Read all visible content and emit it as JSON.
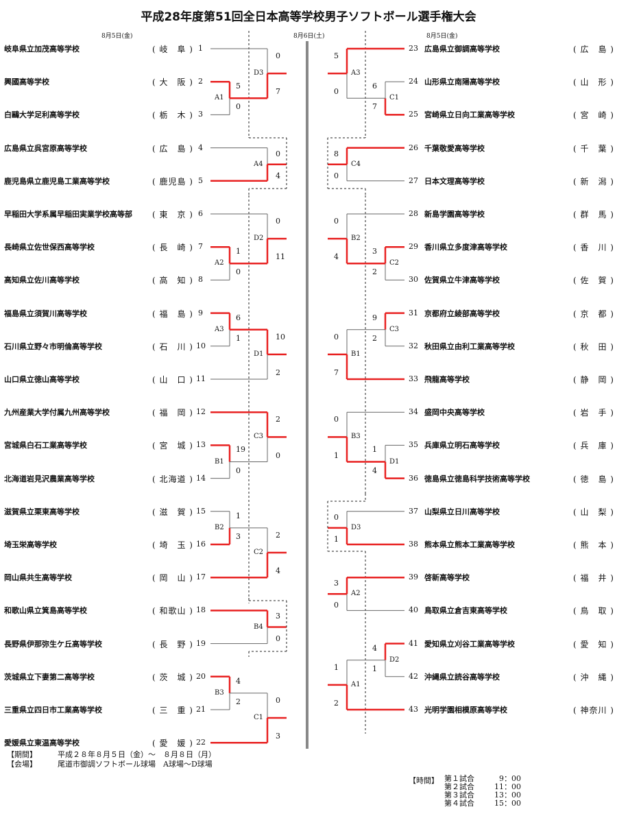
{
  "title": "平成28年度第51回全日本高等学校男子ソフトボール選手権大会",
  "dates": {
    "left": "8月5日(金)",
    "center": "8月6日(土)",
    "right": "8月5日(金)"
  },
  "left_teams": [
    {
      "no": "1",
      "school": "岐阜県立加茂高等学校",
      "pref": "岐　阜"
    },
    {
      "no": "2",
      "school": "興國高等学校",
      "pref": "大　阪"
    },
    {
      "no": "3",
      "school": "白鷗大学足利高等学校",
      "pref": "栃　木"
    },
    {
      "no": "4",
      "school": "広島県立呉宮原高等学校",
      "pref": "広　島"
    },
    {
      "no": "5",
      "school": "鹿児島県立鹿児島工業高等学校",
      "pref": "鹿児島"
    },
    {
      "no": "6",
      "school": "早稲田大学系属早稲田実業学校高等部",
      "pref": "東　京"
    },
    {
      "no": "7",
      "school": "長崎県立佐世保西高等学校",
      "pref": "長　崎"
    },
    {
      "no": "8",
      "school": "高知県立佐川高等学校",
      "pref": "高　知"
    },
    {
      "no": "9",
      "school": "福島県立須賀川高等学校",
      "pref": "福　島"
    },
    {
      "no": "10",
      "school": "石川県立野々市明倫高等学校",
      "pref": "石　川"
    },
    {
      "no": "11",
      "school": "山口県立徳山高等学校",
      "pref": "山　口"
    },
    {
      "no": "12",
      "school": "九州産業大学付属九州高等学校",
      "pref": "福　岡"
    },
    {
      "no": "13",
      "school": "宮城県白石工業高等学校",
      "pref": "宮　城"
    },
    {
      "no": "14",
      "school": "北海道岩見沢農業高等学校",
      "pref": "北海道"
    },
    {
      "no": "15",
      "school": "滋賀県立栗東高等学校",
      "pref": "滋　賀"
    },
    {
      "no": "16",
      "school": "埼玉栄高等学校",
      "pref": "埼　玉"
    },
    {
      "no": "17",
      "school": "岡山県共生高等学校",
      "pref": "岡　山"
    },
    {
      "no": "18",
      "school": "和歌山県立箕島高等学校",
      "pref": "和歌山"
    },
    {
      "no": "19",
      "school": "長野県伊那弥生ケ丘高等学校",
      "pref": "長　野"
    },
    {
      "no": "20",
      "school": "茨城県立下妻第二高等学校",
      "pref": "茨　城"
    },
    {
      "no": "21",
      "school": "三重県立四日市工業高等学校",
      "pref": "三　重"
    },
    {
      "no": "22",
      "school": "愛媛県立東温高等学校",
      "pref": "愛　媛"
    }
  ],
  "right_teams": [
    {
      "no": "23",
      "school": "広島県立御調高等学校",
      "pref": "広　島"
    },
    {
      "no": "24",
      "school": "山形県立南陽高等学校",
      "pref": "山　形"
    },
    {
      "no": "25",
      "school": "宮崎県立日向工業高等学校",
      "pref": "宮　崎"
    },
    {
      "no": "26",
      "school": "千葉敬愛高等学校",
      "pref": "千　葉"
    },
    {
      "no": "27",
      "school": "日本文理高等学校",
      "pref": "新　潟"
    },
    {
      "no": "28",
      "school": "新島学園高等学校",
      "pref": "群　馬"
    },
    {
      "no": "29",
      "school": "香川県立多度津高等学校",
      "pref": "香　川"
    },
    {
      "no": "30",
      "school": "佐賀県立牛津高等学校",
      "pref": "佐　賀"
    },
    {
      "no": "31",
      "school": "京都府立綾部高等学校",
      "pref": "京　都"
    },
    {
      "no": "32",
      "school": "秋田県立由利工業高等学校",
      "pref": "秋　田"
    },
    {
      "no": "33",
      "school": "飛龍高等学校",
      "pref": "静　岡"
    },
    {
      "no": "34",
      "school": "盛岡中央高等学校",
      "pref": "岩　手"
    },
    {
      "no": "35",
      "school": "兵庫県立明石高等学校",
      "pref": "兵　庫"
    },
    {
      "no": "36",
      "school": "徳島県立徳島科学技術高等学校",
      "pref": "徳　島"
    },
    {
      "no": "37",
      "school": "山梨県立日川高等学校",
      "pref": "山　梨"
    },
    {
      "no": "38",
      "school": "熊本県立熊本工業高等学校",
      "pref": "熊　本"
    },
    {
      "no": "39",
      "school": "啓新高等学校",
      "pref": "福　井"
    },
    {
      "no": "40",
      "school": "鳥取県立倉吉東高等学校",
      "pref": "鳥　取"
    },
    {
      "no": "41",
      "school": "愛知県立刈谷工業高等学校",
      "pref": "愛　知"
    },
    {
      "no": "42",
      "school": "沖縄県立読谷高等学校",
      "pref": "沖　縄"
    },
    {
      "no": "43",
      "school": "光明学園相模原高等学校",
      "pref": "神奈川"
    }
  ],
  "games_left": [
    {
      "label": "A1",
      "s1": "5",
      "s2": "0"
    },
    {
      "label": "D3",
      "s1": "0",
      "s2": "7"
    },
    {
      "label": "A4",
      "s1": "0",
      "s2": "4"
    },
    {
      "label": "A2",
      "s1": "1",
      "s2": "0"
    },
    {
      "label": "D2",
      "s1": "0",
      "s2": "11"
    },
    {
      "label": "A3",
      "s1": "6",
      "s2": "1"
    },
    {
      "label": "D1",
      "s1": "10",
      "s2": "2"
    },
    {
      "label": "B1",
      "s1": "19",
      "s2": "0"
    },
    {
      "label": "C3",
      "s1": "2",
      "s2": "0"
    },
    {
      "label": "B2",
      "s1": "1",
      "s2": "3"
    },
    {
      "label": "C2",
      "s1": "2",
      "s2": "4"
    },
    {
      "label": "B4",
      "s1": "3",
      "s2": "0"
    },
    {
      "label": "B3",
      "s1": "4",
      "s2": "2"
    },
    {
      "label": "C1",
      "s1": "0",
      "s2": "3"
    }
  ],
  "games_right": [
    {
      "label": "C1",
      "s1": "6",
      "s2": "7"
    },
    {
      "label": "A3",
      "s1": "5",
      "s2": "0"
    },
    {
      "label": "C4",
      "s1": "8",
      "s2": "0"
    },
    {
      "label": "C2",
      "s1": "3",
      "s2": "2"
    },
    {
      "label": "B2",
      "s1": "0",
      "s2": "4"
    },
    {
      "label": "C3",
      "s1": "9",
      "s2": "2"
    },
    {
      "label": "B1",
      "s1": "0",
      "s2": "7"
    },
    {
      "label": "D1",
      "s1": "1",
      "s2": "4"
    },
    {
      "label": "B3",
      "s1": "0",
      "s2": "1"
    },
    {
      "label": "D3",
      "s1": "0",
      "s2": "1"
    },
    {
      "label": "A2",
      "s1": "3",
      "s2": "0"
    },
    {
      "label": "D2",
      "s1": "4",
      "s2": "1"
    },
    {
      "label": "A1",
      "s1": "1",
      "s2": "2"
    }
  ],
  "footer": {
    "period_label": "【期間】",
    "period_value": "平成２８年８月５日（金）～　８月８日（月）",
    "venue_label": "【会場】",
    "venue_value": "尾道市御調ソフトボール球場　A球場～D球場",
    "time_label": "【時間】",
    "times": [
      {
        "name": "第１試合",
        "time": "9：00"
      },
      {
        "name": "第２試合",
        "time": "11：00"
      },
      {
        "name": "第３試合",
        "time": "13：00"
      },
      {
        "name": "第４試合",
        "time": "15：00"
      }
    ]
  }
}
